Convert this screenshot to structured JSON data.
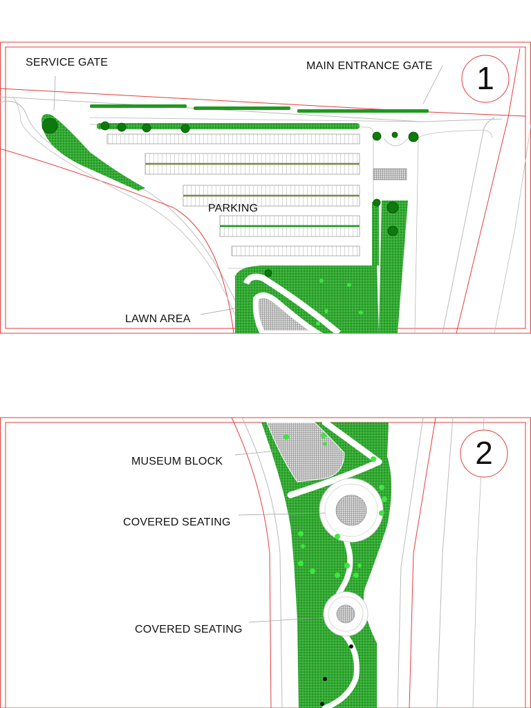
{
  "sheet1": {
    "number": "1",
    "labels": {
      "service_gate": "SERVICE GATE",
      "main_entrance_gate": "MAIN ENTRANCE GATE",
      "parking": "PARKING",
      "lawn_area": "LAWN AREA"
    }
  },
  "sheet2": {
    "number": "2",
    "labels": {
      "museum_block": "MUSEUM BLOCK",
      "covered_seating_1": "COVERED SEATING",
      "covered_seating_2": "COVERED SEATING"
    }
  },
  "colors": {
    "boundary": "#e33b3b",
    "lawn": "#1f9a1f",
    "tree": "#0c7a0c",
    "shrub": "#3ee63e",
    "road": "#b9b9b9",
    "hatch": "#8a8a8a",
    "parking_stripe": "#7d8f2a"
  }
}
